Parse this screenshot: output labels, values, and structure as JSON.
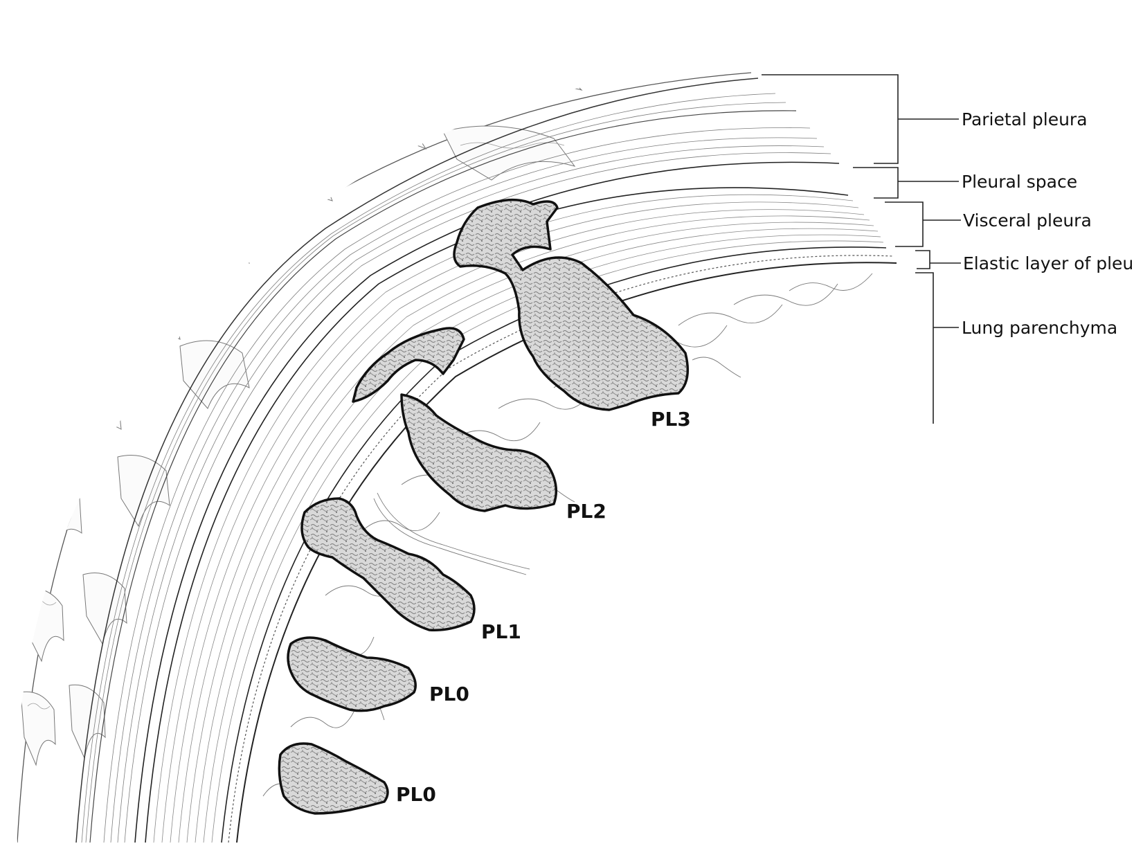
{
  "diagram": {
    "layer_labels": {
      "parietal_pleura": "Parietal pleura",
      "pleural_space": "Pleural space",
      "visceral_pleura": "Visceral pleura",
      "elastic_layer": "Elastic layer of pleura",
      "lung_parenchyma": "Lung parenchyma"
    },
    "invasion_labels": {
      "pl3": "PL3",
      "pl2": "PL2",
      "pl1": "PL1",
      "pl0_upper": "PL0",
      "pl0_lower": "PL0"
    },
    "colors": {
      "ink": "#111111",
      "line": "#444444",
      "fill": "#ffffff",
      "tumor": "#d8d8d8"
    }
  }
}
